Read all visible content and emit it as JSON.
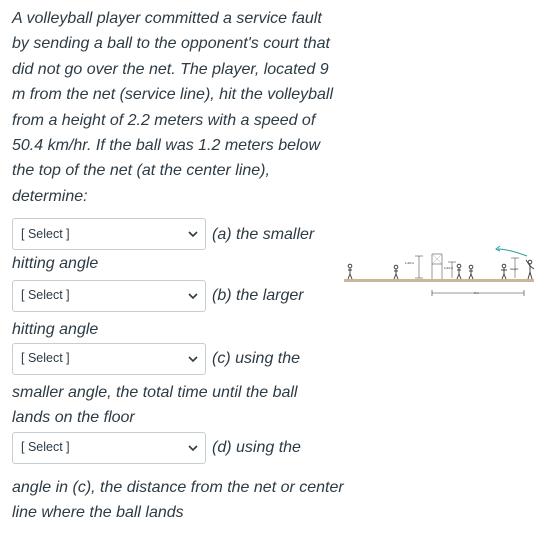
{
  "question": {
    "intro_lines": [
      "A volleyball player committed a service fault",
      "by sending a ball to the opponent's court that",
      "did not go over the net. The player, located 9",
      "m from the net (service line), hit the volleyball",
      "from a height of 2.2 meters with a speed of",
      "50.4 km/hr. If the ball was 1.2 meters below",
      "the top of the net (at the center line),",
      "determine:"
    ],
    "parts": [
      {
        "select_value": "[ Select ]",
        "after": "(a) the smaller",
        "cont": [
          "hitting angle"
        ]
      },
      {
        "select_value": "[ Select ]",
        "after": "(b) the larger",
        "cont": [
          "hitting angle"
        ]
      },
      {
        "select_value": "[ Select ]",
        "after": "(c) using the",
        "cont": [
          "smaller angle, the total time until the ball",
          "lands on the floor"
        ]
      },
      {
        "select_value": "[ Select ]",
        "after": "(d) using the",
        "cont": [
          "angle in (c), the distance from the net or center",
          "line where the ball lands"
        ]
      }
    ]
  },
  "figure": {
    "labels": {
      "net_height": "1.20 m",
      "ball_drop": "2.24 m",
      "height": "height",
      "distance": "9 m"
    }
  },
  "icons": {
    "dropdown": "chevron-down-icon"
  },
  "colors": {
    "text": "#2d3b45",
    "select_border": "#c7cdd1",
    "floor": "#c9b79a",
    "trajectory": "#2a9d9d"
  }
}
